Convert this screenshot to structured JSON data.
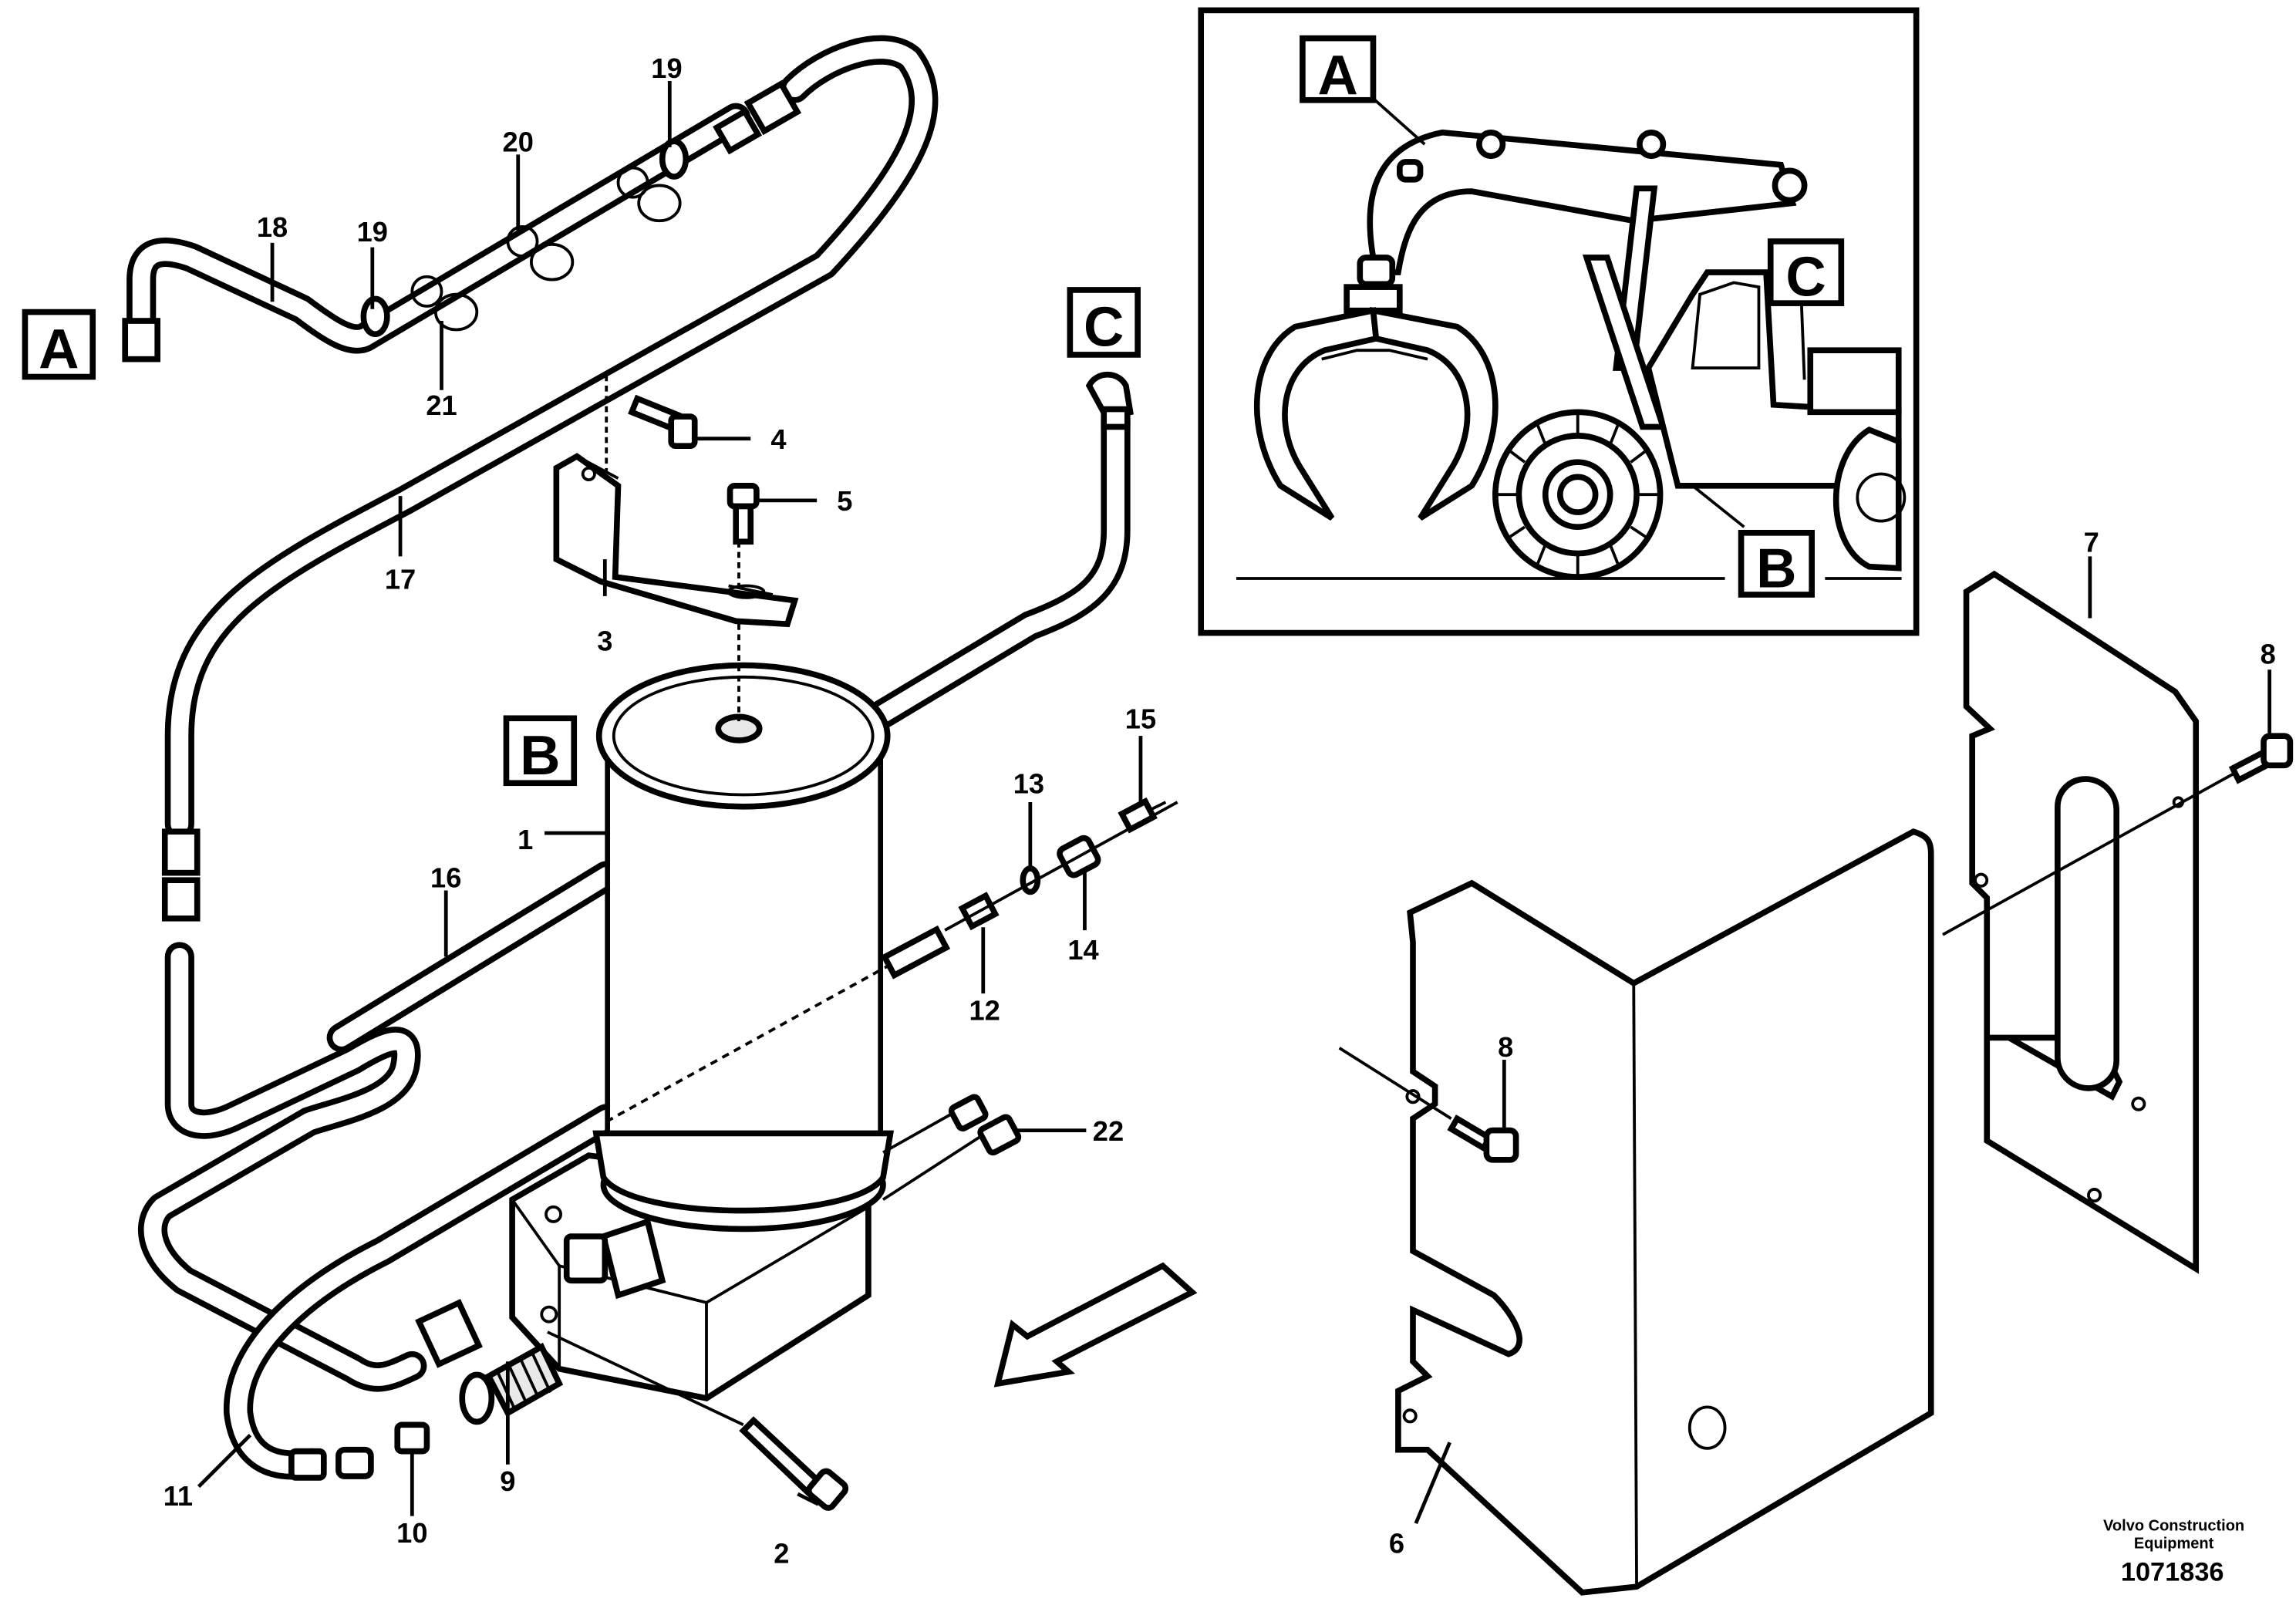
{
  "diagram": {
    "callouts": {
      "n1": "1",
      "n2": "2",
      "n3": "3",
      "n4": "4",
      "n5": "5",
      "n6": "6",
      "n7": "7",
      "n8a": "8",
      "n8b": "8",
      "n9": "9",
      "n10": "10",
      "n11": "11",
      "n12": "12",
      "n13": "13",
      "n14": "14",
      "n15": "15",
      "n16": "16",
      "n17": "17",
      "n18": "18",
      "n19a": "19",
      "n19b": "19",
      "n20": "20",
      "n21": "21",
      "n22": "22"
    },
    "boxed_labels": {
      "a_main": "A",
      "b_main": "B",
      "c_main": "C",
      "a_inset": "A",
      "b_inset": "B",
      "c_inset": "C"
    },
    "credit": {
      "line1": "Volvo Construction",
      "line2": "Equipment",
      "drawing_number": "1071836"
    }
  }
}
